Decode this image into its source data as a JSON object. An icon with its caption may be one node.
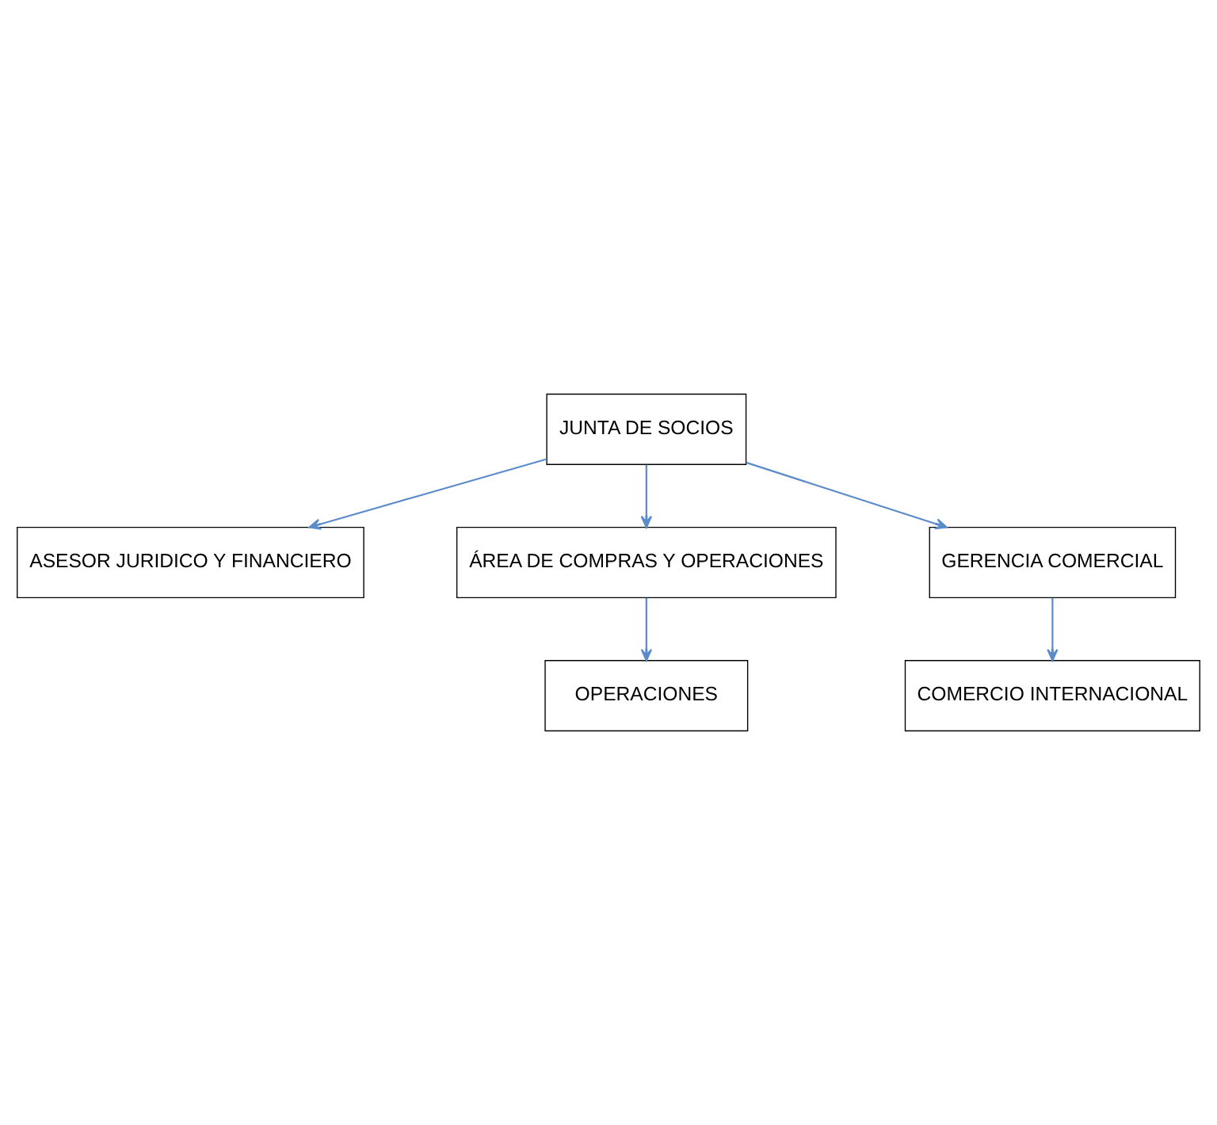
{
  "diagram": {
    "nodes": [
      {
        "text": [
          "JUNTA DE SOCIOS"
        ]
      },
      {
        "text": [
          "ASESOR JURIDICO Y FINANCIERO"
        ]
      },
      {
        "text": [
          "ÁREA DE COMPRAS Y OPERACIONES"
        ]
      },
      {
        "text": [
          "GERENCIA COMERCIAL"
        ]
      },
      {
        "text": [
          "OPERACIONES"
        ]
      },
      {
        "text": [
          "COMERCIO INTERNACIONAL"
        ]
      }
    ],
    "edges": [
      {
        "from": 0,
        "to": 1,
        "arrow": "to",
        "color": "#5b8bc9"
      },
      {
        "from": 0,
        "to": 2,
        "arrow": "to",
        "color": "#5b8bc9"
      },
      {
        "from": 0,
        "to": 3,
        "arrow": "to",
        "color": "#5b8bc9"
      },
      {
        "from": 2,
        "to": 4,
        "arrow": "to",
        "color": "#5b8bc9"
      },
      {
        "from": 3,
        "to": 5,
        "arrow": "to",
        "color": "#5b8bc9"
      }
    ]
  }
}
